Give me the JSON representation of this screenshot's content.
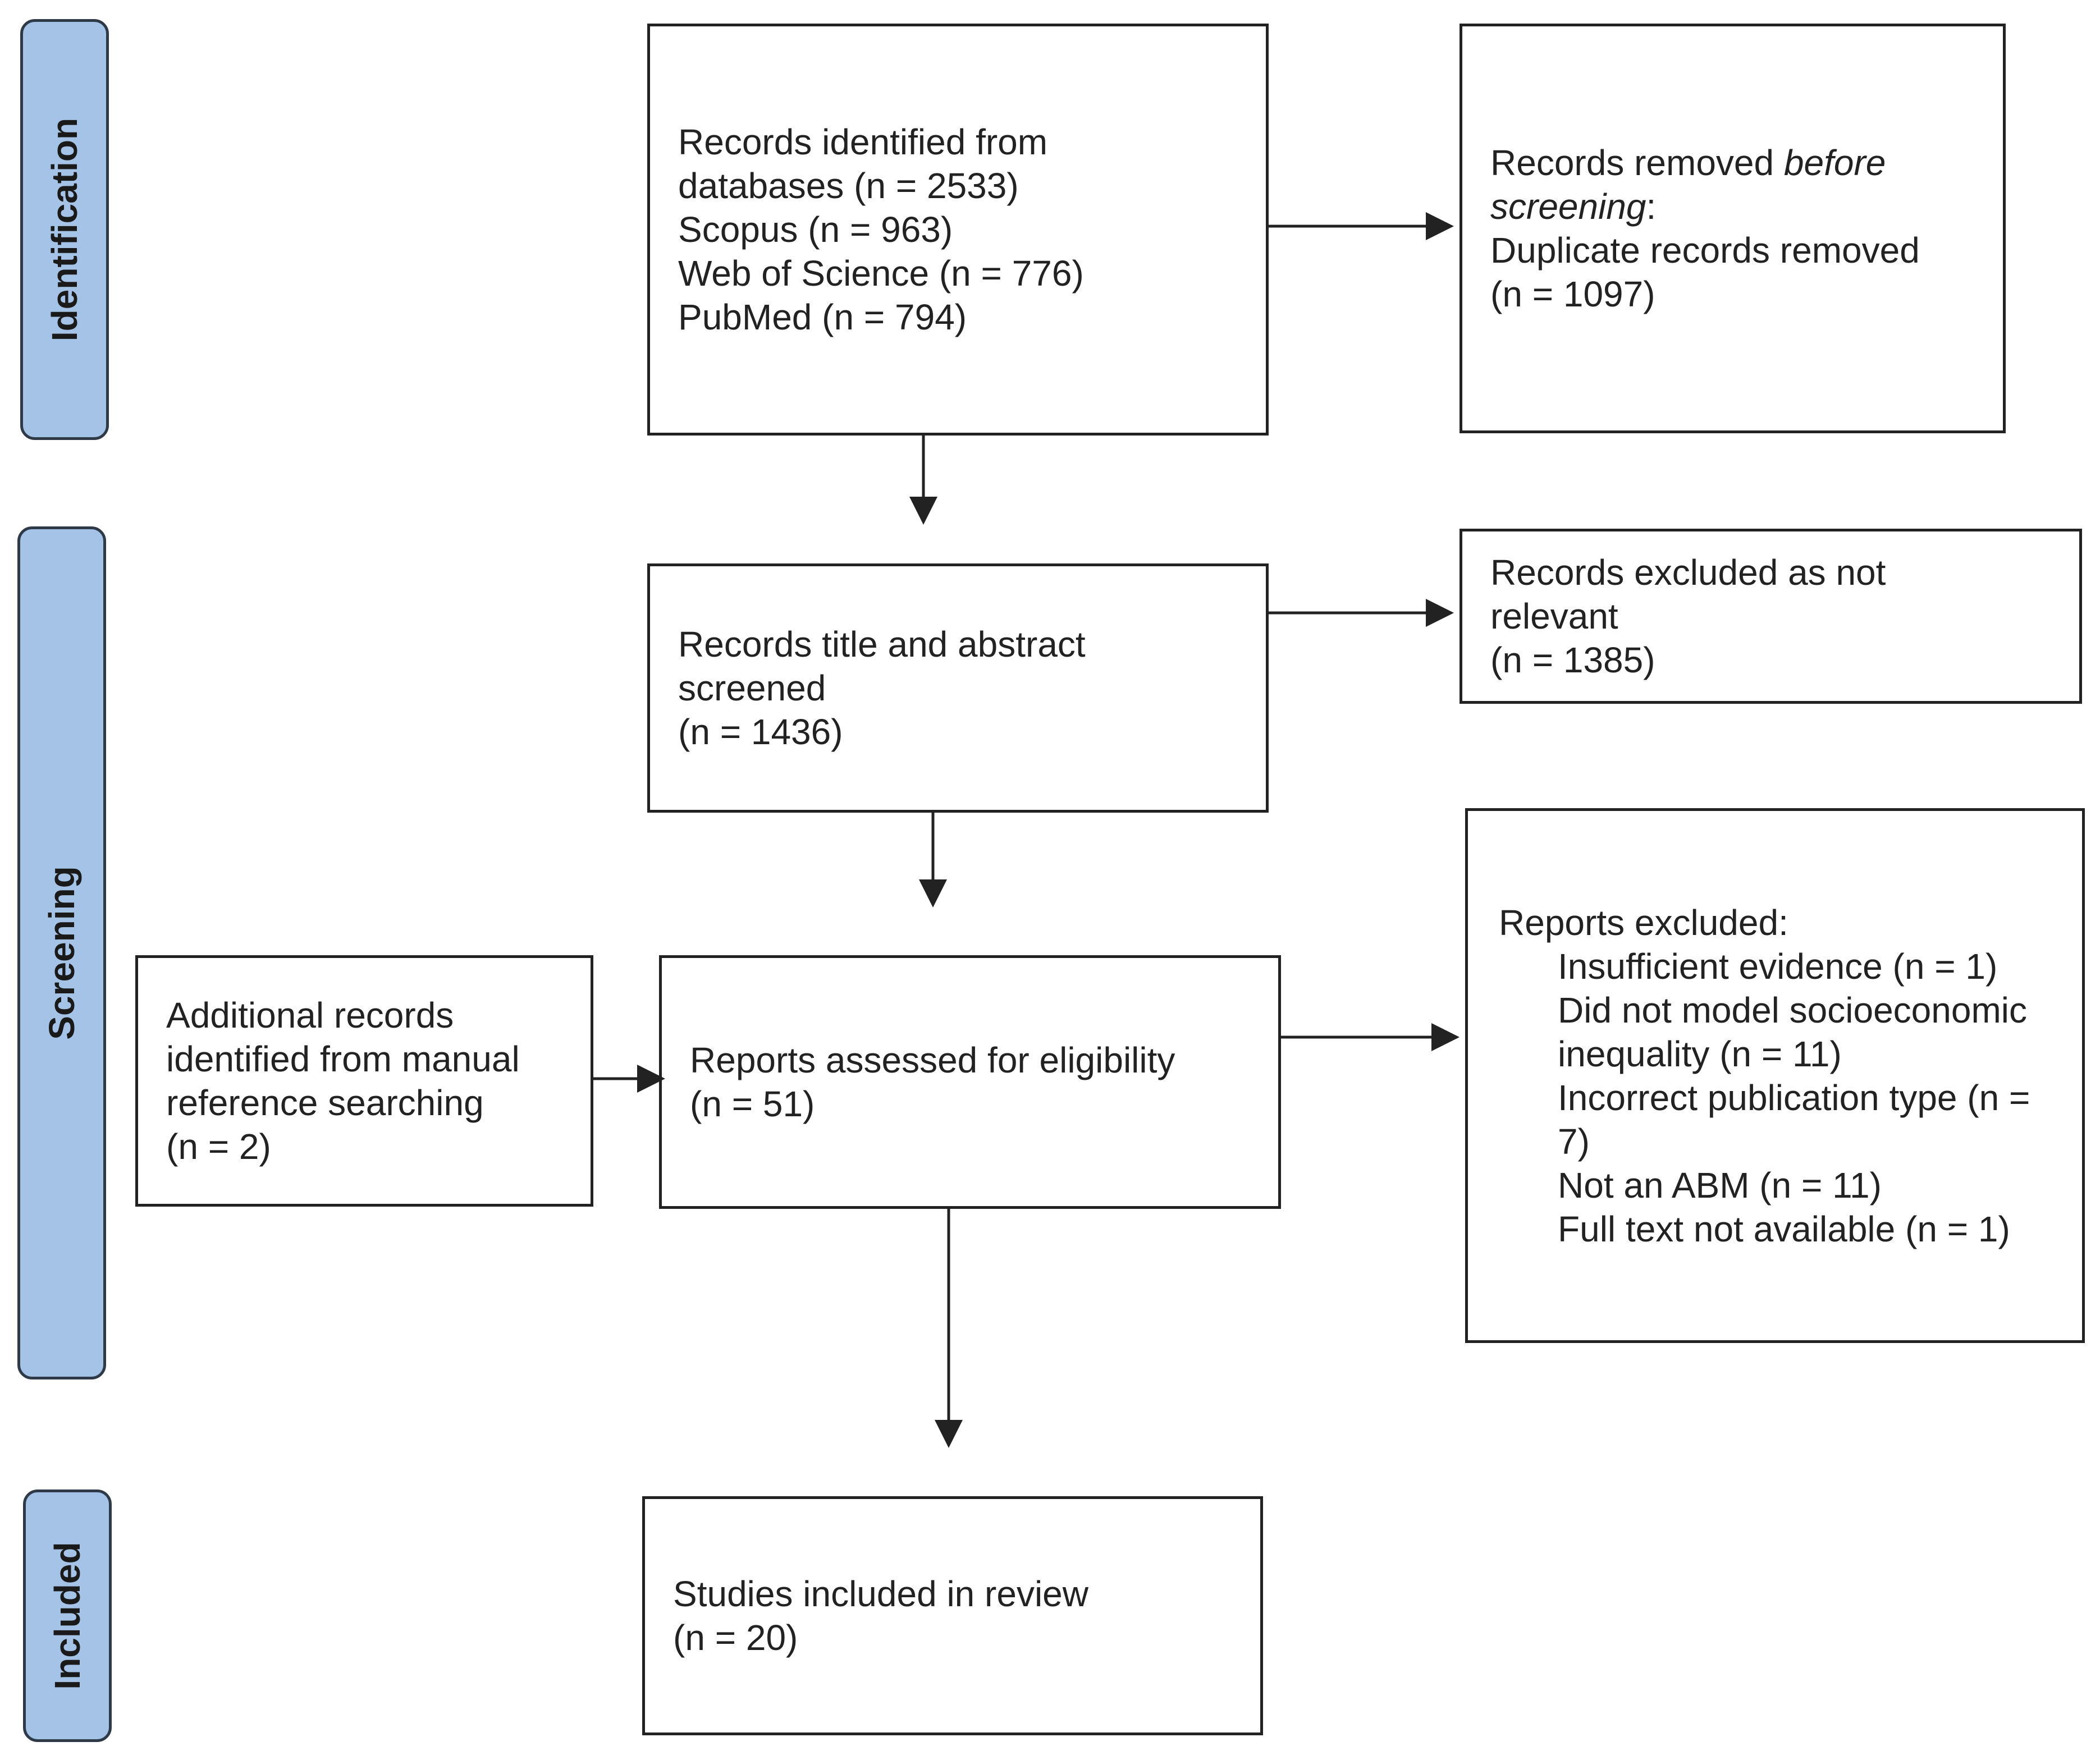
{
  "phases": {
    "identification": "Identification",
    "screening": "Screening",
    "included": "Included"
  },
  "identified": {
    "line1": "Records identified from",
    "line2": "databases (n = 2533)",
    "line3": "Scopus (n = 963)",
    "line4": "Web of Science (n = 776)",
    "line5": "PubMed (n = 794)"
  },
  "removed": {
    "prefix": "Records removed ",
    "emph1": "before",
    "emph2": "screening",
    "suffix": ":",
    "line3": "Duplicate records removed",
    "line4": "(n = 1097)"
  },
  "screened": {
    "line1": "Records title and abstract",
    "line2": "screened",
    "line3": "(n = 1436)"
  },
  "excluded_not_relevant": {
    "line1": "Records excluded as not",
    "line2": "relevant",
    "line3": "(n = 1385)"
  },
  "additional": {
    "line1": "Additional records",
    "line2": "identified from manual",
    "line3": "reference searching",
    "line4": "(n = 2)"
  },
  "assessed": {
    "line1": "Reports assessed for eligibility",
    "line2": "(n = 51)"
  },
  "reports_excluded": {
    "heading": "Reports excluded:",
    "items": [
      "Insufficient evidence (n = 1)",
      "Did not model socioeconomic inequality (n = 11)",
      "Incorrect publication type (n = 7)",
      "Not an ABM (n = 11)",
      "Full text not available (n = 1)"
    ]
  },
  "included_studies": {
    "line1": "Studies included in review",
    "line2": "(n = 20)"
  },
  "colors": {
    "phase_fill": "#a4c3e6",
    "phase_border": "#2f3a48",
    "box_border": "#222222"
  }
}
